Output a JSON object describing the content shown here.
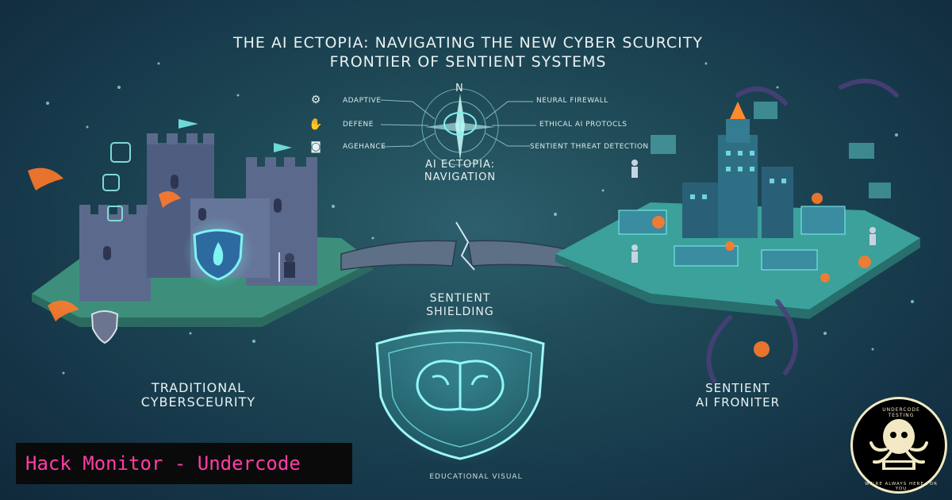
{
  "title": {
    "line1": "THE AI ECTOPIA: NAVIGATING THE NEW CYBER SCURCITY",
    "line2": "FRONTIER OF SENTIENT SYSTEMS"
  },
  "compass": {
    "north": "N",
    "label_line1": "AI ECTOPIA:",
    "label_line2": "NAVIGATION"
  },
  "legend_left": [
    {
      "icon": "gears-icon",
      "label": "ADAPTIVE"
    },
    {
      "icon": "hand-shield-icon",
      "label": "DEFENE"
    },
    {
      "icon": "camera-icon",
      "label": "AGEHANCE"
    }
  ],
  "legend_right": [
    {
      "label": "NEURAL FIREWALL"
    },
    {
      "label": "ETHICAL AI PROTOCLS"
    },
    {
      "label": "SENTIENT THREAT DETECTION"
    }
  ],
  "bridge": {
    "label_line1": "SENTIENT",
    "label_line2": "SHIELDING"
  },
  "left_side": {
    "label_line1": "TRADITIONAL",
    "label_line2": "CYBERSCEURITY"
  },
  "right_side": {
    "label_line1": "SENTIENT",
    "label_line2": "AI FRONITER"
  },
  "footer": {
    "caption": "EDUCATIONAL VISUAL"
  },
  "brand": {
    "banner_text": "Hack Monitor - Undercode",
    "badge_top": "UNDERCODE TESTING",
    "badge_bottom": "WE'RE ALWAYS HERE FOR YOU"
  },
  "colors": {
    "background": "#1f4a57",
    "teal_glow": "#4fe3e0",
    "castle_stone": "#5b6a8c",
    "fire": "#ff7a2a",
    "banner_text": "#ff3ea5",
    "badge_ring": "#f2e9c4"
  }
}
